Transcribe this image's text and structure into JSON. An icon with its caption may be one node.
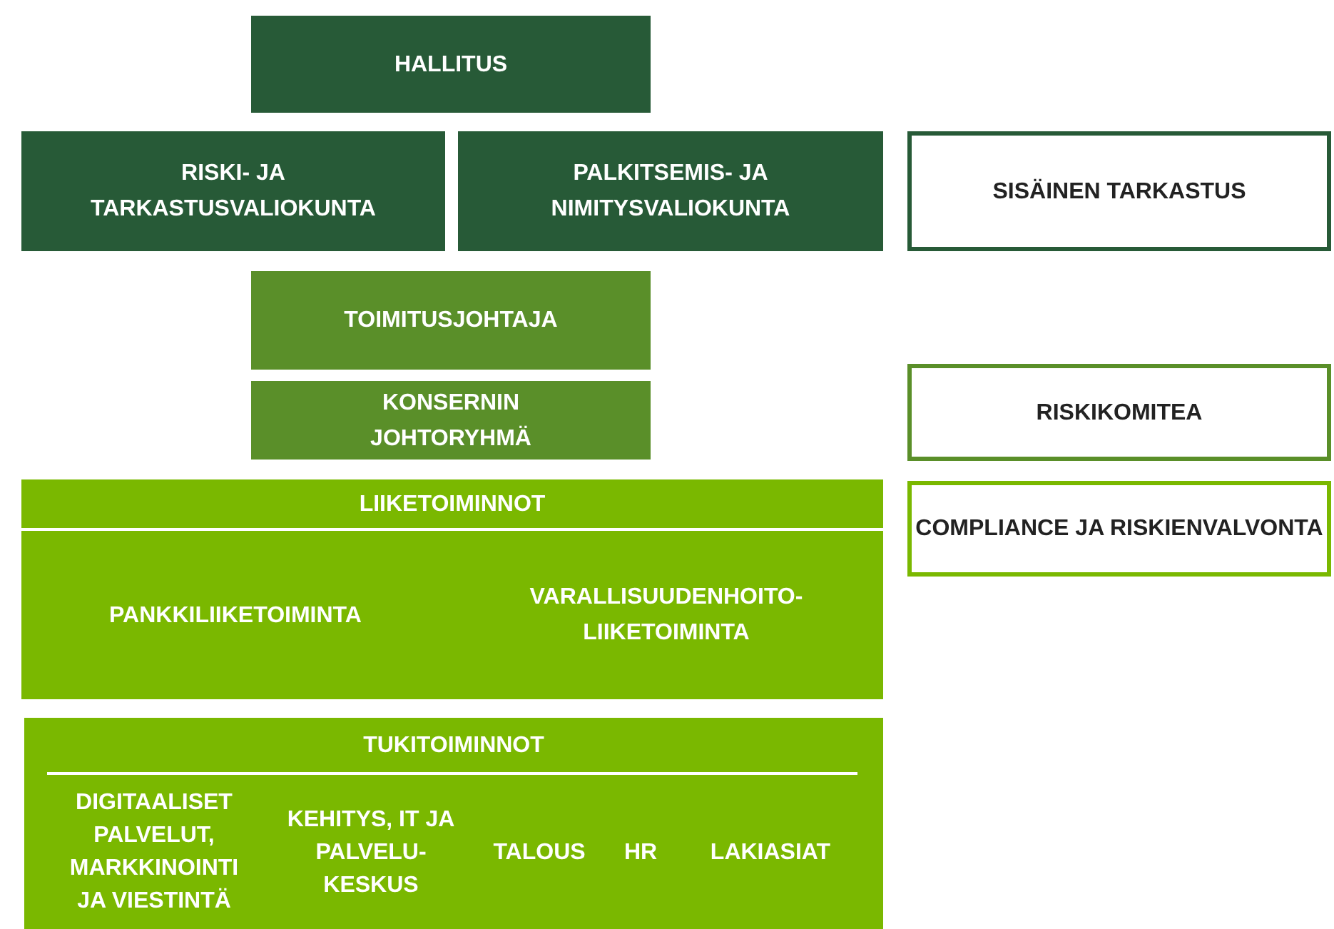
{
  "diagram": {
    "nodes": [
      {
        "text": [
          "HALLITUS"
        ]
      },
      {
        "text": [
          "RISKI- JA TARKASTUSVALIOKUNTA"
        ]
      },
      {
        "text": [
          "PALKITSEMIS- JA NIMITYSVALIOKUNTA"
        ]
      },
      {
        "text": [
          "SISÄINEN TARKASTUS"
        ]
      },
      {
        "text": [
          "TOIMITUSJOHTAJA"
        ]
      },
      {
        "text": [
          "KONSERNIN JOHTORYHMÄ"
        ]
      },
      {
        "text": [
          "RISKIKOMITEA"
        ]
      },
      {
        "text": [
          "LIIKETOIMINNOT"
        ]
      },
      {
        "text": [
          "PANKKILIIKETOIMINTA"
        ],
        "in": 7
      },
      {
        "text": [
          "VARALLISUUDENHOITO- LIIKETOIMINTA"
        ],
        "in": 7
      },
      {
        "text": [
          "COMPLIANCE JA RISKIENVALVONTA"
        ]
      },
      {
        "text": [
          "TUKITOIMINNOT"
        ]
      },
      {
        "text": [
          "DIGITAALISET PALVELUT, MARKKINOINTI JA VIESTINTÄ"
        ],
        "in": 11
      },
      {
        "text": [
          "KEHITYS, IT JA PALVELU- KESKUS"
        ],
        "in": 11
      },
      {
        "text": [
          "TALOUS"
        ],
        "in": 11
      },
      {
        "text": [
          "HR"
        ],
        "in": 11
      },
      {
        "text": [
          "LAKIASIAT"
        ],
        "in": 11
      }
    ]
  }
}
